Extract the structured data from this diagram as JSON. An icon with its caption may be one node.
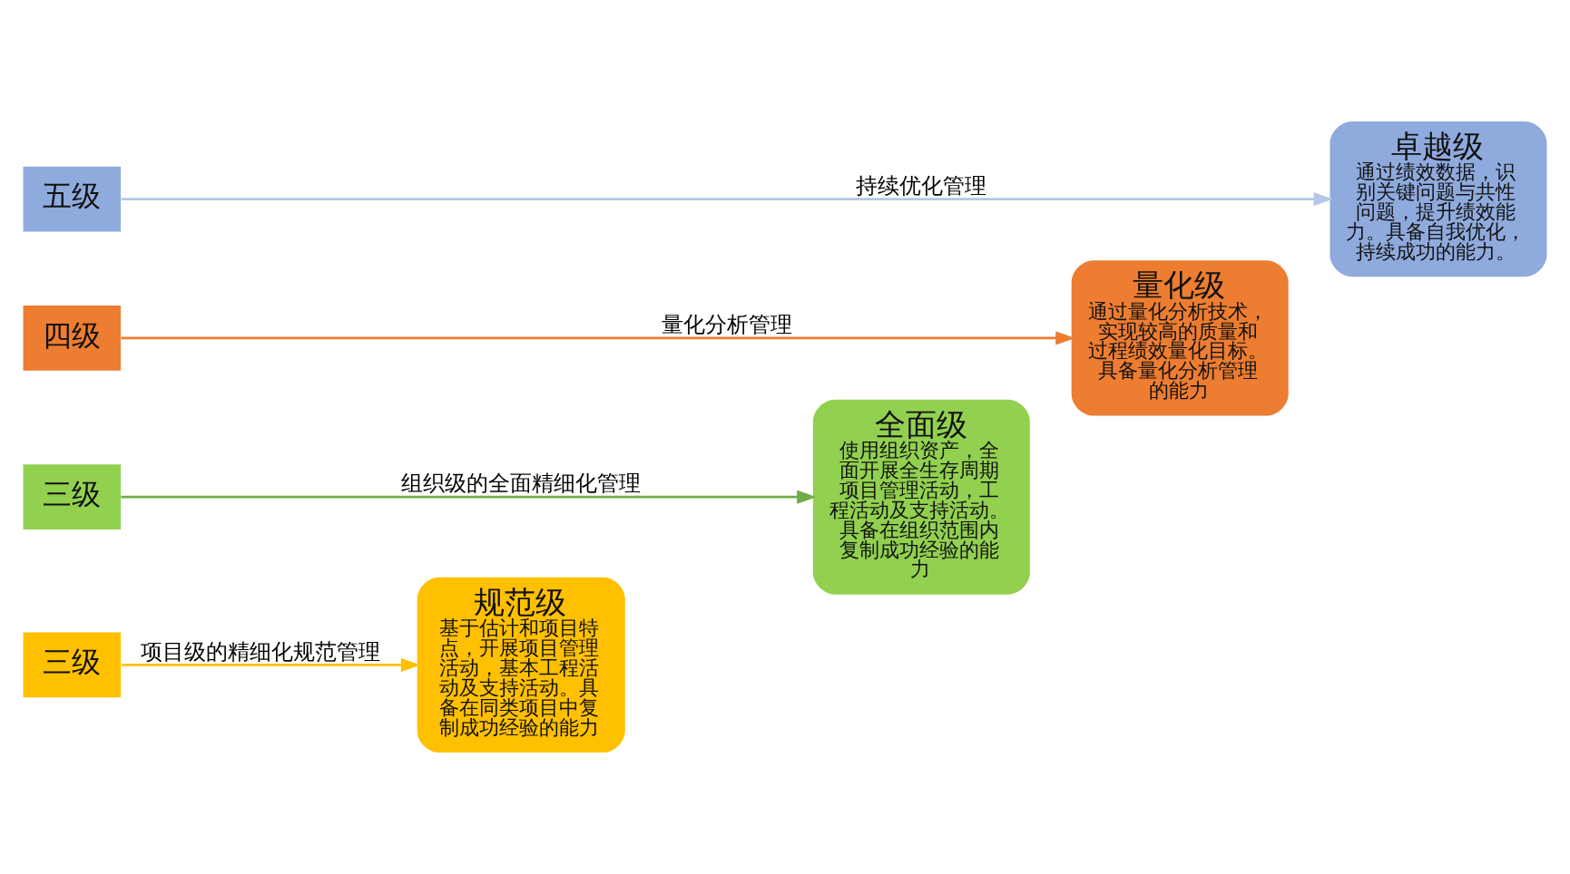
{
  "diagram": {
    "nodes": [
      {
        "text": [
          "三级"
        ]
      },
      {
        "text": [
          "规范级",
          "基于估计和项目特点，开展项目管理活动，基本工程活动及支持活动。具备在同类项目中复制成功经验的能力"
        ]
      },
      {
        "text": [
          "三级"
        ]
      },
      {
        "text": [
          "全面级",
          "使用组织资产，全面开展全生存周期项目管理活动，工程活动及支持活动。具备在组织范围内复制成功经验的能力"
        ]
      },
      {
        "text": [
          "四级"
        ]
      },
      {
        "text": [
          "量化级",
          "通过量化分析技术，实现较高的质量和过程绩效量化目标。具备量化分析管理的能力"
        ]
      },
      {
        "text": [
          "五级"
        ]
      },
      {
        "text": [
          "卓越级",
          "通过绩效数据，识别关键问题与共性问题，提升绩效能力。具备自我优化，持续成功的能力。"
        ]
      }
    ],
    "edges": [
      {
        "from": 0,
        "to": 1,
        "arrow": "to",
        "label": "项目级的精细化规范管理",
        "color": "#ffc000"
      },
      {
        "from": 2,
        "to": 3,
        "arrow": "to",
        "label": "组织级的全面精细化管理",
        "color": "#70ad47"
      },
      {
        "from": 4,
        "to": 5,
        "arrow": "to",
        "label": "量化分析管理",
        "color": "#ed7d31"
      },
      {
        "from": 6,
        "to": 7,
        "arrow": "to",
        "label": "持续优化管理",
        "color": "#b4c7e7"
      }
    ]
  }
}
